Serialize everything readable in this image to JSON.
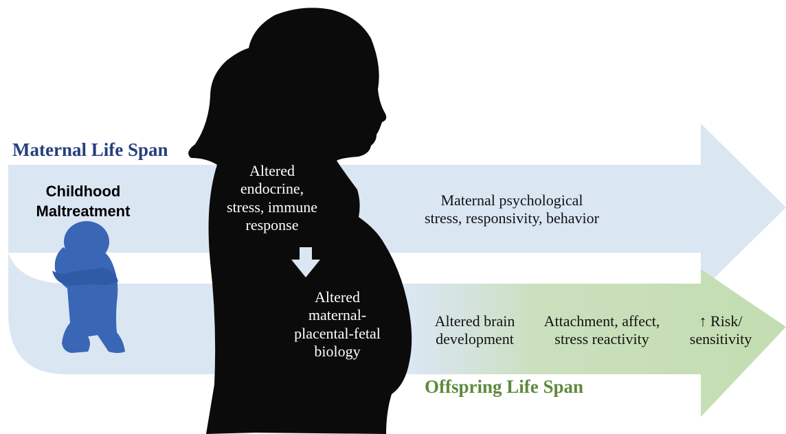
{
  "maternal_title": "Maternal Life Span",
  "offspring_title": "Offspring Life Span",
  "childhood_maltreatment": "Childhood\nMaltreatment",
  "maternal_response": "Altered\nendocrine,\nstress, immune\nresponse",
  "fetal_biology": "Altered\nmaternal-\nplacental-fetal\nbiology",
  "maternal_effects": "Maternal psychological\nstress, responsivity, behavior",
  "offspring_effects": [
    "Altered brain\ndevelopment",
    "Attachment, affect,\nstress reactivity",
    "↑ Risk/\nsensitivity"
  ],
  "colors": {
    "maternal_title": "#263f7d",
    "offspring_title": "#5d8a3c",
    "maternal_arrow": "#dbe6f3",
    "offspring_arrow": "#c3ddb1",
    "child_figure": "#3a66b6",
    "silhouette": "#0b0b0b"
  },
  "icons": [
    "crouching-child-silhouette",
    "pregnant-woman-silhouette",
    "down-arrow-icon"
  ]
}
